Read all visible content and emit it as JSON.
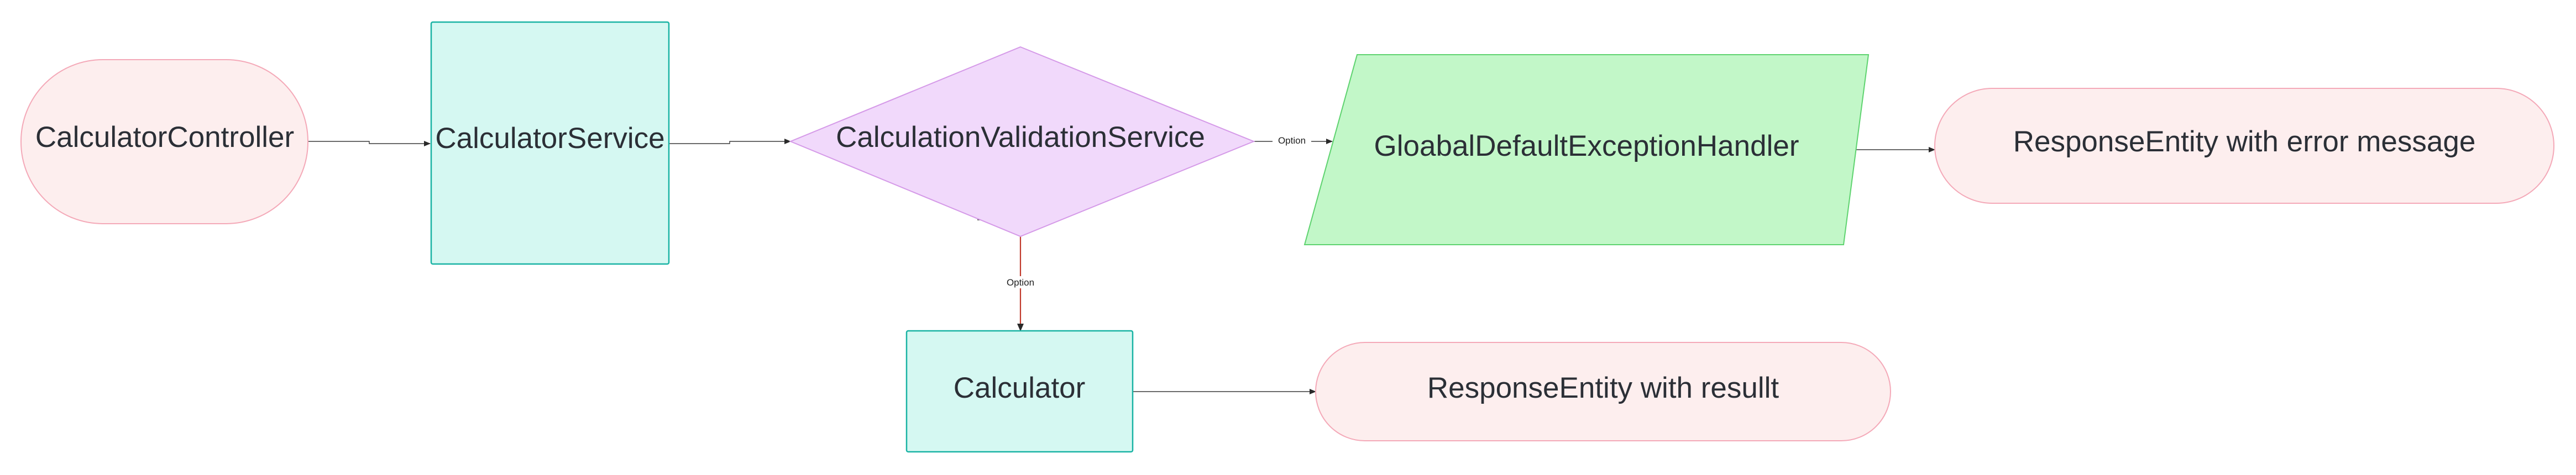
{
  "nodes": {
    "calculator_controller": {
      "label": "CalculatorController",
      "shape": "terminator"
    },
    "calculator_service": {
      "label": "CalculatorService",
      "shape": "process"
    },
    "calculation_validation_service": {
      "label": "CalculationValidationService",
      "shape": "decision"
    },
    "exception_handler": {
      "label": "GloabalDefaultExceptionHandler",
      "shape": "data"
    },
    "response_error": {
      "label": "ResponseEntity with error message",
      "shape": "terminator"
    },
    "calculator": {
      "label": "Calculator",
      "shape": "process"
    },
    "response_result": {
      "label": "ResponseEntity with resullt",
      "shape": "terminator"
    }
  },
  "edges": {
    "validation_to_handler": {
      "label": "Option"
    },
    "validation_to_calculator": {
      "label": "Option"
    }
  },
  "colors": {
    "terminator_fill": "#fdeeee",
    "terminator_stroke": "#f4a9b8",
    "process_fill": "#d5f8f2",
    "process_stroke": "#19b3a4",
    "decision_fill": "#f1d9fb",
    "decision_stroke": "#d59ae8",
    "data_fill": "#c2f7c8",
    "data_stroke": "#5ed36f",
    "connector": "#3a3a3a",
    "connector_highlight": "#c0392b"
  }
}
